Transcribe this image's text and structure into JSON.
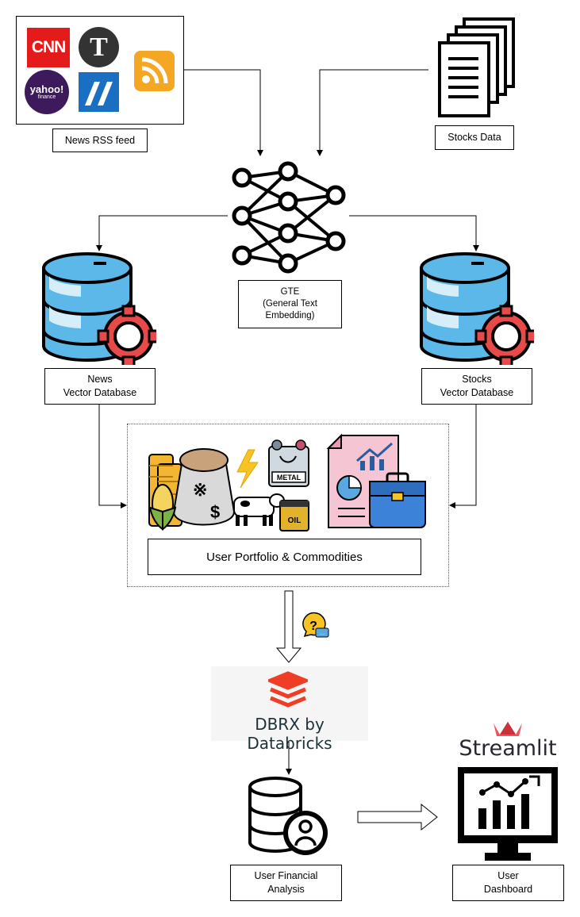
{
  "sources": {
    "news_label": "News RSS feed",
    "stocks_label": "Stocks Data",
    "logos": {
      "cnn": "CNN",
      "nyt": "T",
      "yahoo": "yahoo!",
      "yahoo_sub": "finance"
    }
  },
  "embedding": {
    "line1": "GTE",
    "line2": "(General Text",
    "line3": "Embedding)"
  },
  "databases": {
    "news_line1": "News",
    "news_line2": "Vector Database",
    "stocks_line1": "Stocks",
    "stocks_line2": "Vector Database"
  },
  "portfolio": {
    "label": "User Portfolio & Commodities",
    "metal_tag": "METAL",
    "oil_tag": "OIL"
  },
  "llm": {
    "label": "DBRX by Databricks"
  },
  "analysis": {
    "line1": "User Financial",
    "line2": "Analysis"
  },
  "dashboard": {
    "brand": "Streamlit",
    "line1": "User",
    "line2": "Dashboard"
  },
  "colors": {
    "cnn_red": "#e41b1b",
    "yahoo_purple": "#3c1a5c",
    "nasdaq_blue": "#1a6fc2",
    "rss_orange": "#f5a623",
    "db_blue": "#5bb8e8",
    "gear_red": "#e84a4a",
    "databricks_orange": "#ef3e25",
    "streamlit_red": "#f4505a"
  }
}
